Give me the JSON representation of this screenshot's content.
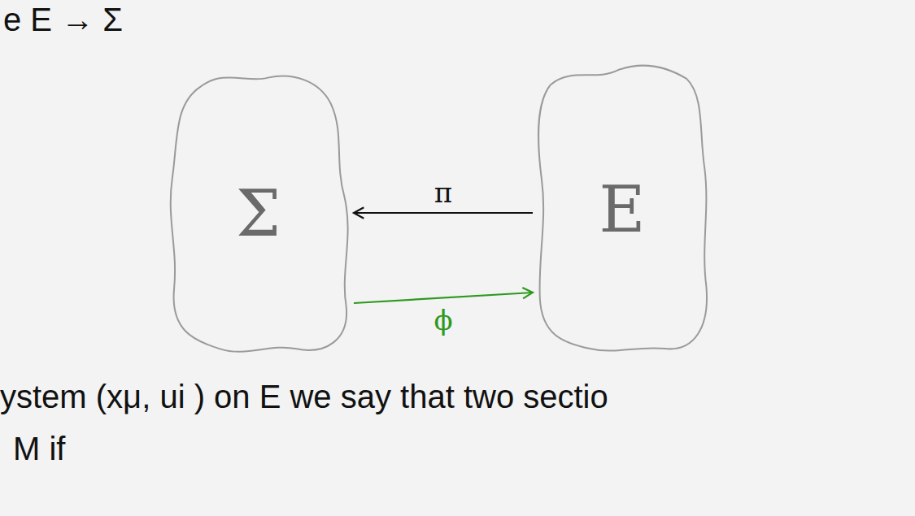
{
  "diagram": {
    "nodes": [
      {
        "text": [
          "Σ"
        ]
      },
      {
        "text": [
          "E"
        ]
      }
    ],
    "edges": [
      {
        "from": 1,
        "to": 0,
        "label": "π",
        "arrow": "to"
      },
      {
        "from": 0,
        "to": 1,
        "label": "ϕ",
        "arrow": "to"
      }
    ],
    "labels": [
      "e E → Σ",
      "ystem (xμ, ui ) on E we say that two sectio",
      "M if"
    ]
  }
}
